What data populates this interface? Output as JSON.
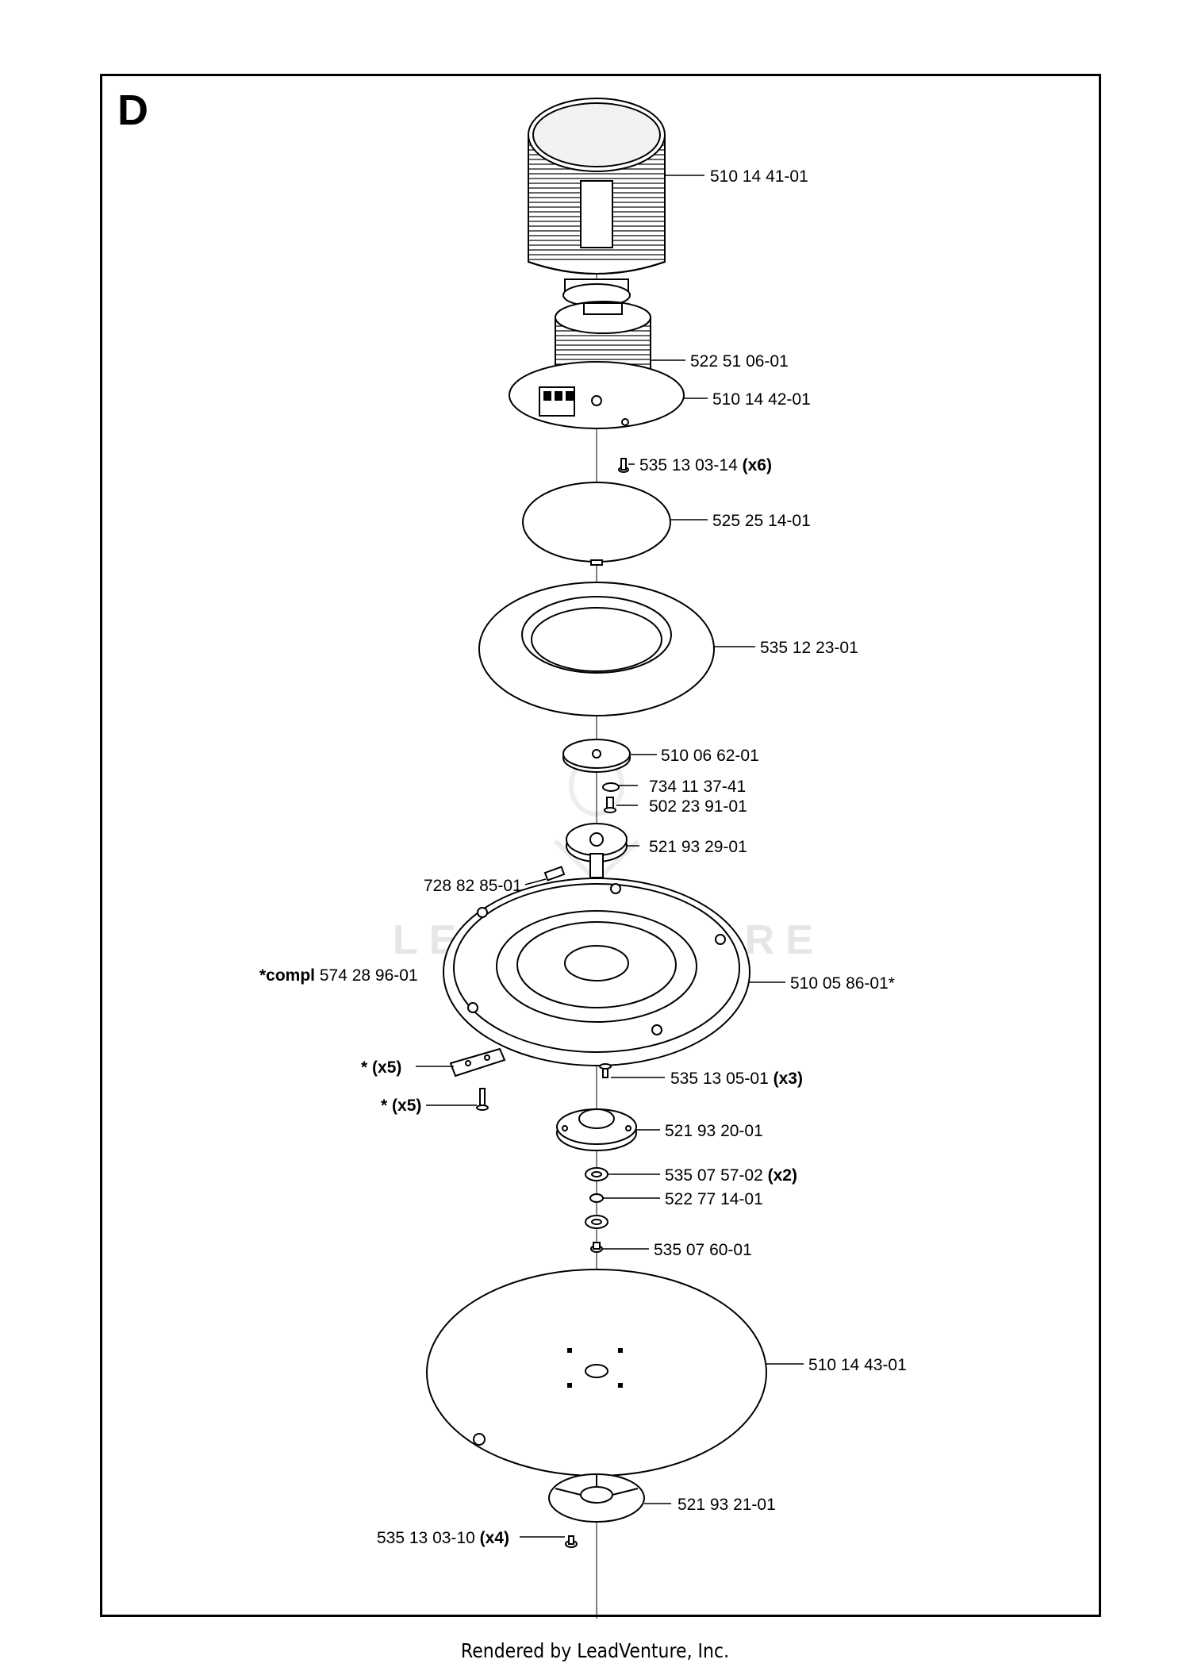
{
  "section": "D",
  "watermark": "LEADVENTURE",
  "footer": "Rendered by LeadVenture, Inc.",
  "parts": [
    {
      "number": "510 14 41-01",
      "qty": ""
    },
    {
      "number": "522 51 06-01",
      "qty": ""
    },
    {
      "number": "510 14 42-01",
      "qty": ""
    },
    {
      "number": "535 13 03-14",
      "qty": "(x6)"
    },
    {
      "number": "525 25 14-01",
      "qty": ""
    },
    {
      "number": "535 12 23-01",
      "qty": ""
    },
    {
      "number": "510 06 62-01",
      "qty": ""
    },
    {
      "number": "734 11 37-41",
      "qty": ""
    },
    {
      "number": "502 23 91-01",
      "qty": ""
    },
    {
      "number": "521 93 29-01",
      "qty": ""
    },
    {
      "number": "728 82 85-01",
      "qty": ""
    },
    {
      "prefix": "*compl",
      "number": "574 28 96-01",
      "qty": ""
    },
    {
      "number": "510 05 86-01*",
      "qty": ""
    },
    {
      "number": "*",
      "qty": "(x5)",
      "bold_all": true
    },
    {
      "number": "*",
      "qty": "(x5)",
      "bold_all": true
    },
    {
      "number": "535 13 05-01",
      "qty": "(x3)"
    },
    {
      "number": "521 93 20-01",
      "qty": ""
    },
    {
      "number": "535 07 57-02",
      "qty": "(x2)"
    },
    {
      "number": "522 77 14-01",
      "qty": ""
    },
    {
      "number": "535 07 60-01",
      "qty": ""
    },
    {
      "number": "510 14 43-01",
      "qty": ""
    },
    {
      "number": "521 93 21-01",
      "qty": ""
    },
    {
      "number": "535 13 03-10",
      "qty": "(x4)"
    }
  ]
}
